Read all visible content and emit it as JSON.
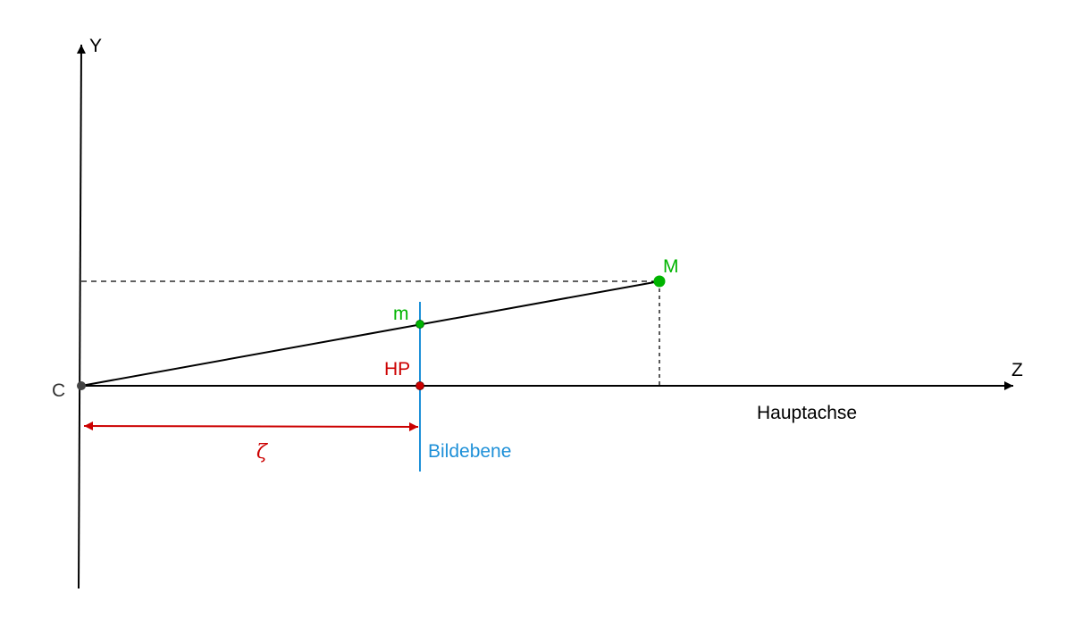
{
  "labels": {
    "y_axis": "Y",
    "z_axis": "Z",
    "camera_center": "C",
    "principal_point": "HP",
    "principal_axis": "Hauptachse",
    "image_plane": "Bildebene",
    "world_point": "M",
    "image_point": "m",
    "focal_length": "ζ"
  },
  "colors": {
    "axis": "#000000",
    "point_green": "#00b400",
    "principal_red": "#cc0000",
    "image_plane_blue": "#1e90d8",
    "center_gray": "#444444",
    "label_gray": "#333333"
  }
}
